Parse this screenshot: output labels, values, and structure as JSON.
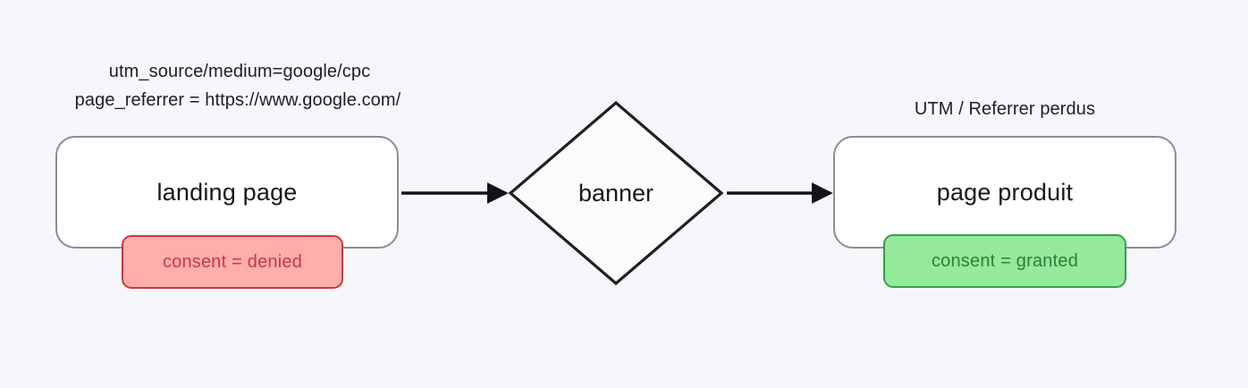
{
  "diagram": {
    "background_color": "#f6f7fa",
    "title": "",
    "annotations": {
      "left_caption_line_1": "utm_source/medium=google/cpc",
      "left_caption_line_2": "page_referrer = https://www.google.com/",
      "right_caption": "UTM / Referrer perdus"
    },
    "nodes": {
      "landing": {
        "label": "landing page",
        "shape": "rounded-rectangle",
        "fill": "#ffffff",
        "stroke": "#8a8d93"
      },
      "banner": {
        "label": "banner",
        "shape": "diamond",
        "fill": "#fcfcfd",
        "stroke": "#1d1f23"
      },
      "produit": {
        "label": "page produit",
        "shape": "rounded-rectangle",
        "fill": "#ffffff",
        "stroke": "#8a8d93"
      }
    },
    "badges": {
      "denied": {
        "label": "consent = denied",
        "fill": "#ffadad",
        "stroke": "#c8393f",
        "text_color": "#c8393f"
      },
      "granted": {
        "label": "consent = granted",
        "fill": "#95e99a",
        "stroke": "#34a04a",
        "text_color": "#2c7e3a"
      }
    },
    "edges": [
      {
        "from": "landing",
        "to": "banner",
        "label": "",
        "color": "#121317"
      },
      {
        "from": "banner",
        "to": "produit",
        "label": "",
        "color": "#121317"
      }
    ]
  }
}
